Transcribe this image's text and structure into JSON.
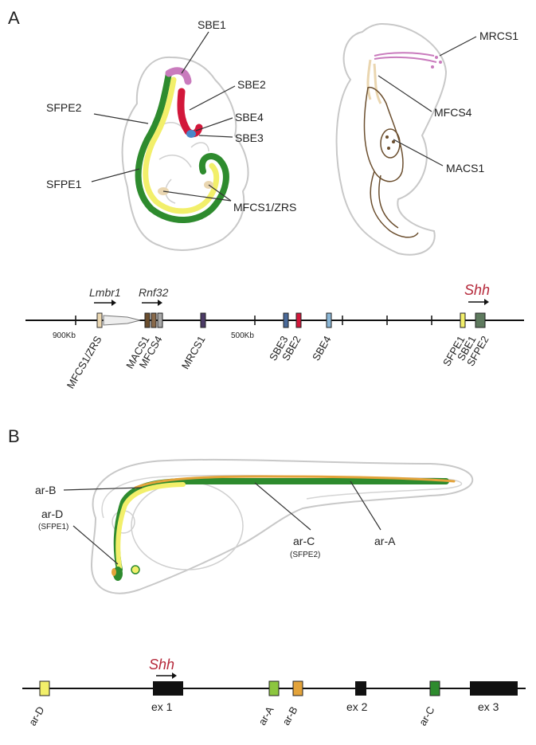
{
  "panel_a": {
    "letter": "A",
    "embryo_left_labels": {
      "sbe1": "SBE1",
      "sbe2": "SBE2",
      "sbe4": "SBE4",
      "sbe3": "SBE3",
      "sfpe2": "SFPE2",
      "sfpe1": "SFPE1",
      "mfcs1_zrs": "MFCS1/ZRS"
    },
    "embryo_right_labels": {
      "mrcs1": "MRCS1",
      "mfcs4": "MFCS4",
      "macs1": "MACS1"
    },
    "locus": {
      "genes": {
        "lmbr1": "Lmbr1",
        "rnf32": "Rnf32",
        "shh": "Shh"
      },
      "scale": {
        "kb900": "900Kb",
        "kb500": "500Kb"
      },
      "elements": [
        "MFCS1/ZRS",
        "MACS1",
        "MFCS4",
        "MRCS1",
        "SBE3",
        "SBE2",
        "SBE4",
        "SFPE1",
        "SBE1",
        "SFPE2"
      ]
    }
  },
  "panel_b": {
    "letter": "B",
    "fish_labels": {
      "ar_b": "ar-B",
      "ar_d": "ar-D",
      "ar_d_sub": "(SFPE1)",
      "ar_c": "ar-C",
      "ar_c_sub": "(SFPE2)",
      "ar_a": "ar-A"
    },
    "locus": {
      "gene": "Shh",
      "exons": [
        "ex 1",
        "ex 2",
        "ex 3"
      ],
      "elements": [
        "ar-D",
        "ar-A",
        "ar-B",
        "ar-C"
      ]
    }
  },
  "colors": {
    "green": "#2e8b2e",
    "yellow": "#f2ef6a",
    "red": "#d2173a",
    "pink": "#c97bbd",
    "blue_small": "#4a88c9",
    "beige": "#ead6b0",
    "brown": "#6b4e2e",
    "orange": "#e3a33a",
    "shh_red": "#b5283a",
    "outline": "#c8c8c8"
  }
}
